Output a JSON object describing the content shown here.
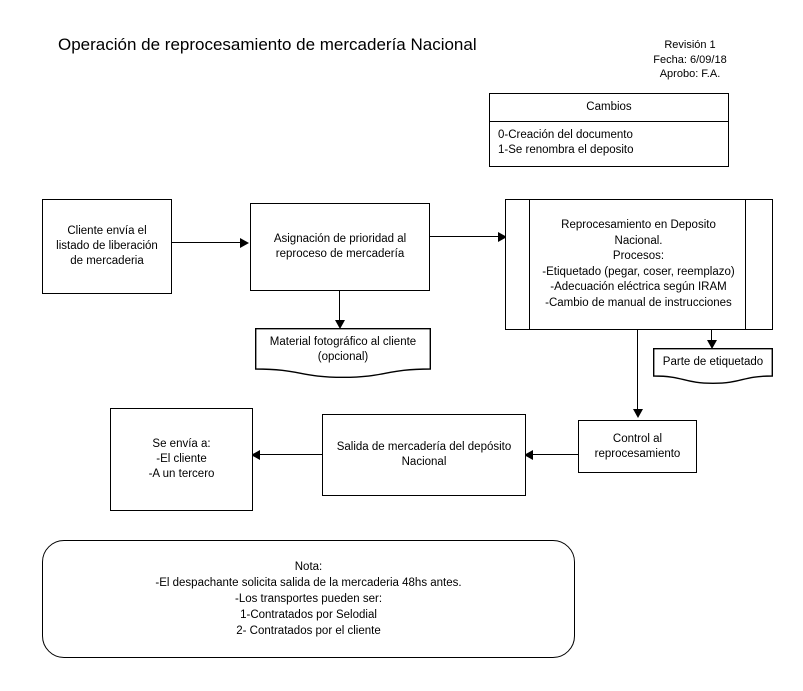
{
  "page": {
    "title": "Operación de reprocesamiento de mercadería Nacional"
  },
  "revision": {
    "line1": "Revisión 1",
    "line2": "Fecha: 6/09/18",
    "line3": "Aprobo: F.A."
  },
  "cambios": {
    "header": "Cambios",
    "row1": "0-Creación del documento",
    "row2": "1-Se renombra el deposito"
  },
  "nodes": {
    "cliente_envia": {
      "line1": "Cliente envía el",
      "line2": "listado de liberación",
      "line3": "de mercaderia"
    },
    "asignacion": {
      "line1": "Asignación de prioridad al",
      "line2": "reproceso de mercadería"
    },
    "deposito": {
      "line1": "Reprocesamiento en Deposito",
      "line2": "Nacional.",
      "line3": "Procesos:",
      "line4": "-Etiquetado (pegar, coser, reemplazo)",
      "line5": "-Adecuación eléctrica según IRAM",
      "line6": "-Cambio de manual de instrucciones"
    },
    "material_fotografico": {
      "line1": "Material fotográfico al cliente",
      "line2": "(opcional)"
    },
    "parte_etiquetado": {
      "line1": "Parte de etiquetado"
    },
    "control": {
      "line1": "Control al",
      "line2": "reprocesamiento"
    },
    "salida": {
      "line1": "Salida de mercadería del depósito",
      "line2": "Nacional"
    },
    "se_envia": {
      "line1": "Se envía a:",
      "line2": "-El cliente",
      "line3": "-A un tercero"
    }
  },
  "nota": {
    "line1": "Nota:",
    "line2": "-El despachante solicita salida de la mercaderia 48hs antes.",
    "line3": "-Los transportes pueden ser:",
    "line4": "1-Contratados por Selodial",
    "line5": "2- Contratados por el cliente"
  },
  "colors": {
    "stroke": "#000000",
    "background": "#ffffff"
  }
}
